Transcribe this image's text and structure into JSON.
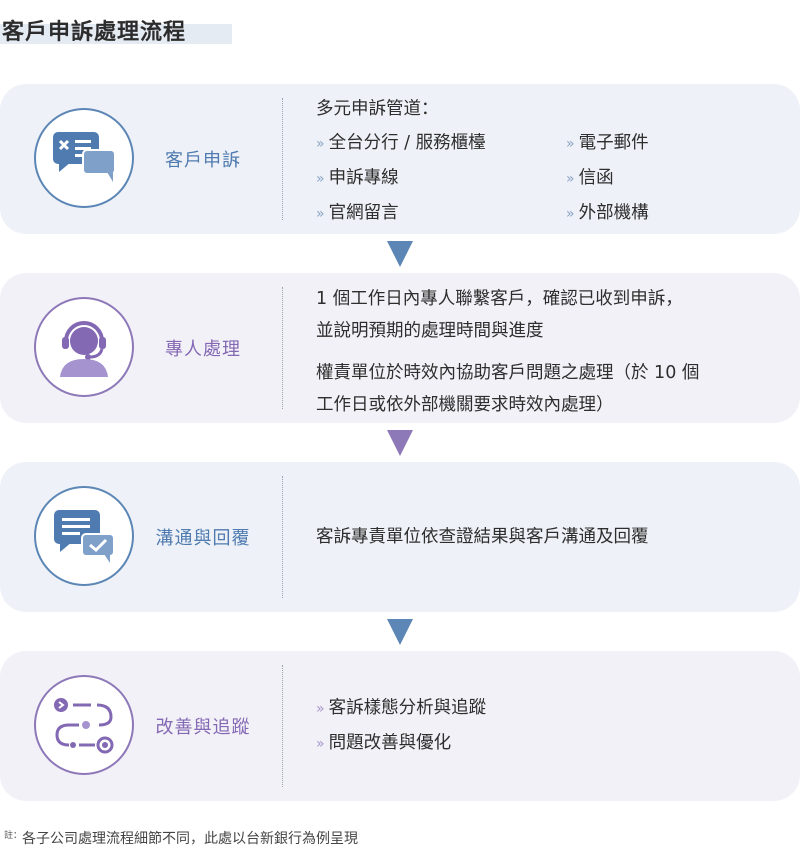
{
  "title": "客戶申訴處理流程",
  "colors": {
    "blue": "#5b86b5",
    "purple": "#8d78b8",
    "panel_blue": "#eef1f7",
    "panel_purple": "#f3f1f8"
  },
  "stages": [
    {
      "label": "客戶申訴",
      "icon": "chat-bubbles-icon",
      "heading": "多元申訴管道：",
      "channels_left": [
        "全台分行 / 服務櫃檯",
        "申訴專線",
        "官網留言"
      ],
      "channels_right": [
        "電子郵件",
        "信函",
        "外部機構"
      ]
    },
    {
      "label": "專人處理",
      "icon": "headset-agent-icon",
      "paragraph_1": [
        "1 個工作日內專人聯繫客戶，確認已收到申訴，",
        "並說明預期的處理時間與進度"
      ],
      "paragraph_2": [
        "權責單位於時效內協助客戶問題之處理（於 10 個",
        "工作日或依外部機關要求時效內處理）"
      ]
    },
    {
      "label": "溝通與回覆",
      "icon": "message-check-icon",
      "text": "客訴專責單位依查證結果與客戶溝通及回覆"
    },
    {
      "label": "改善與追蹤",
      "icon": "process-flow-icon",
      "items": [
        "客訴樣態分析與追蹤",
        "問題改善與優化"
      ]
    }
  ],
  "note": {
    "marker": "註：",
    "text": "各子公司處理流程細節不同，此處以台新銀行為例呈現"
  }
}
